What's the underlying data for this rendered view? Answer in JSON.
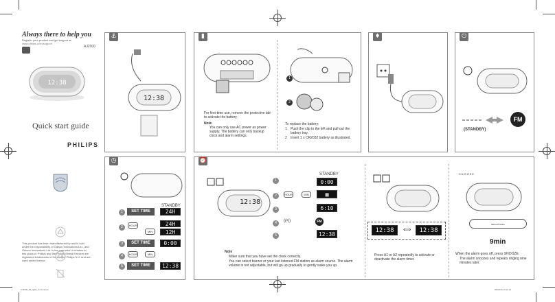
{
  "cover": {
    "heading": "Always there to help you",
    "register_line": "Register your product and get support at",
    "url": "www.philips.com/support",
    "model": "AJ2000",
    "quick_start": "Quick start guide",
    "brand": "PHILIPS",
    "disclaimer": "This product has been manufactured by and is sold under the responsibility of Gibson Innovations Ltd., and Gibson Innovations Ltd. is the warrantor in relation to this product. Philips and the Philips Shield Emblem are registered trademarks of Koninklijke Philips N.V. and are used under license."
  },
  "icons": {
    "panel_power_adapter": "power-plug-icon",
    "panel_battery": "battery-icon",
    "panel_power": "plug-icon",
    "panel_on": "power-icon",
    "panel_clock": "clock-icon",
    "panel_alarm": "alarm-icon"
  },
  "battery_panel": {
    "note_left": "For first-time use, remove the protective tab to activate the battery.",
    "note_label": "Note",
    "bullet_left": "You can only use AC power as power supply. The battery can only backup clock and alarm settings.",
    "replace_title": "To replace the battery:",
    "step1": "Push the clip to the left and pull out the battery tray.",
    "step2": "Insert 1 x CR2032 battery as illustrated.",
    "n1": "1",
    "n2": "2"
  },
  "power_panel": {
    "standby": "(STANDBY)",
    "fm": "FM"
  },
  "clock_panel": {
    "standby": "STANDBY",
    "set_time": "SET TIME",
    "d24h": "24H",
    "d12h": "12H",
    "d0000": "0:00",
    "d1238": "12:38",
    "hour": "HOUR",
    "min": "MIN",
    "steps": [
      "1",
      "2",
      "3",
      "4",
      "5"
    ]
  },
  "alarm_panel": {
    "standby": "STANDBY",
    "d000": "0:00",
    "d610": "6:10",
    "d1238": "12:38",
    "clock_disp": "12:38",
    "note_label": "Note",
    "bullet1": "Make sure that you have set the clock correctly.",
    "bullet2": "You can select buzzer or your last listened FM station as alarm source. The alarm volume is not adjustable, but will go up gradually to gently wake you up.",
    "steps": [
      "1",
      "2",
      "3",
      "4",
      "5"
    ],
    "hour": "HOUR",
    "min": "MIN",
    "fm": "FM"
  },
  "alarm_off_panel": {
    "text": "Press A1 or A2 repeatedly to activate or deactivate the alarm timer.",
    "disp": "12:38"
  },
  "snooze_panel": {
    "snooze": "SNOOZE",
    "brightness": "BRIGHTNESS",
    "nine": "9min",
    "text1": "When the alarm goes off, press SNOOZE.",
    "text2": "The alarm snoozes and repeats ringing nine minutes later."
  },
  "footer": {
    "left": "AJ2000_05_QSG_V4.0.indd 2",
    "right": "8/6/2020 10:24:41"
  }
}
